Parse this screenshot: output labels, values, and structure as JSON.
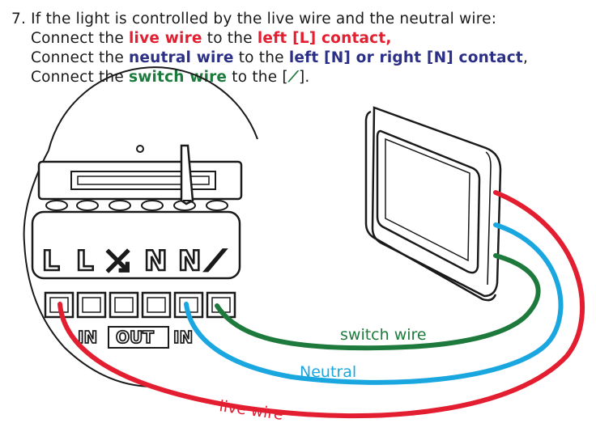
{
  "instructions": {
    "line1": "7. If the light is controlled by the live wire and the neutral wire:",
    "line2": {
      "pre": "Connect the ",
      "hl1": "live wire",
      "mid": " to the ",
      "hl2": "left [L] contact,",
      "post": ""
    },
    "line3": {
      "pre": "Connect the ",
      "hl1": "neutral wire",
      "mid": " to the ",
      "hl2": "left [N] or right [N] contact",
      "post": ","
    },
    "line4": {
      "pre": "Connect the ",
      "hl1": "switch wire",
      "mid": " to the [",
      "sym": "⟋",
      "post": "]."
    }
  },
  "module": {
    "terminals": [
      "L",
      "L",
      "⤯",
      "N",
      "N",
      "⟋"
    ],
    "labels": {
      "in_left": "IN",
      "out": "OUT",
      "in_right": "IN"
    }
  },
  "wires": {
    "switch": {
      "label": "switch  wire",
      "color": "#1e7a3c"
    },
    "neutral": {
      "label": "Neutral",
      "color": "#1aa7e0"
    },
    "live": {
      "label": "live wire",
      "color": "#e31e30"
    }
  },
  "colors": {
    "red": "#e31e30",
    "navy": "#2b2f86",
    "green": "#1e7a3c",
    "blue": "#1aa7e0"
  }
}
